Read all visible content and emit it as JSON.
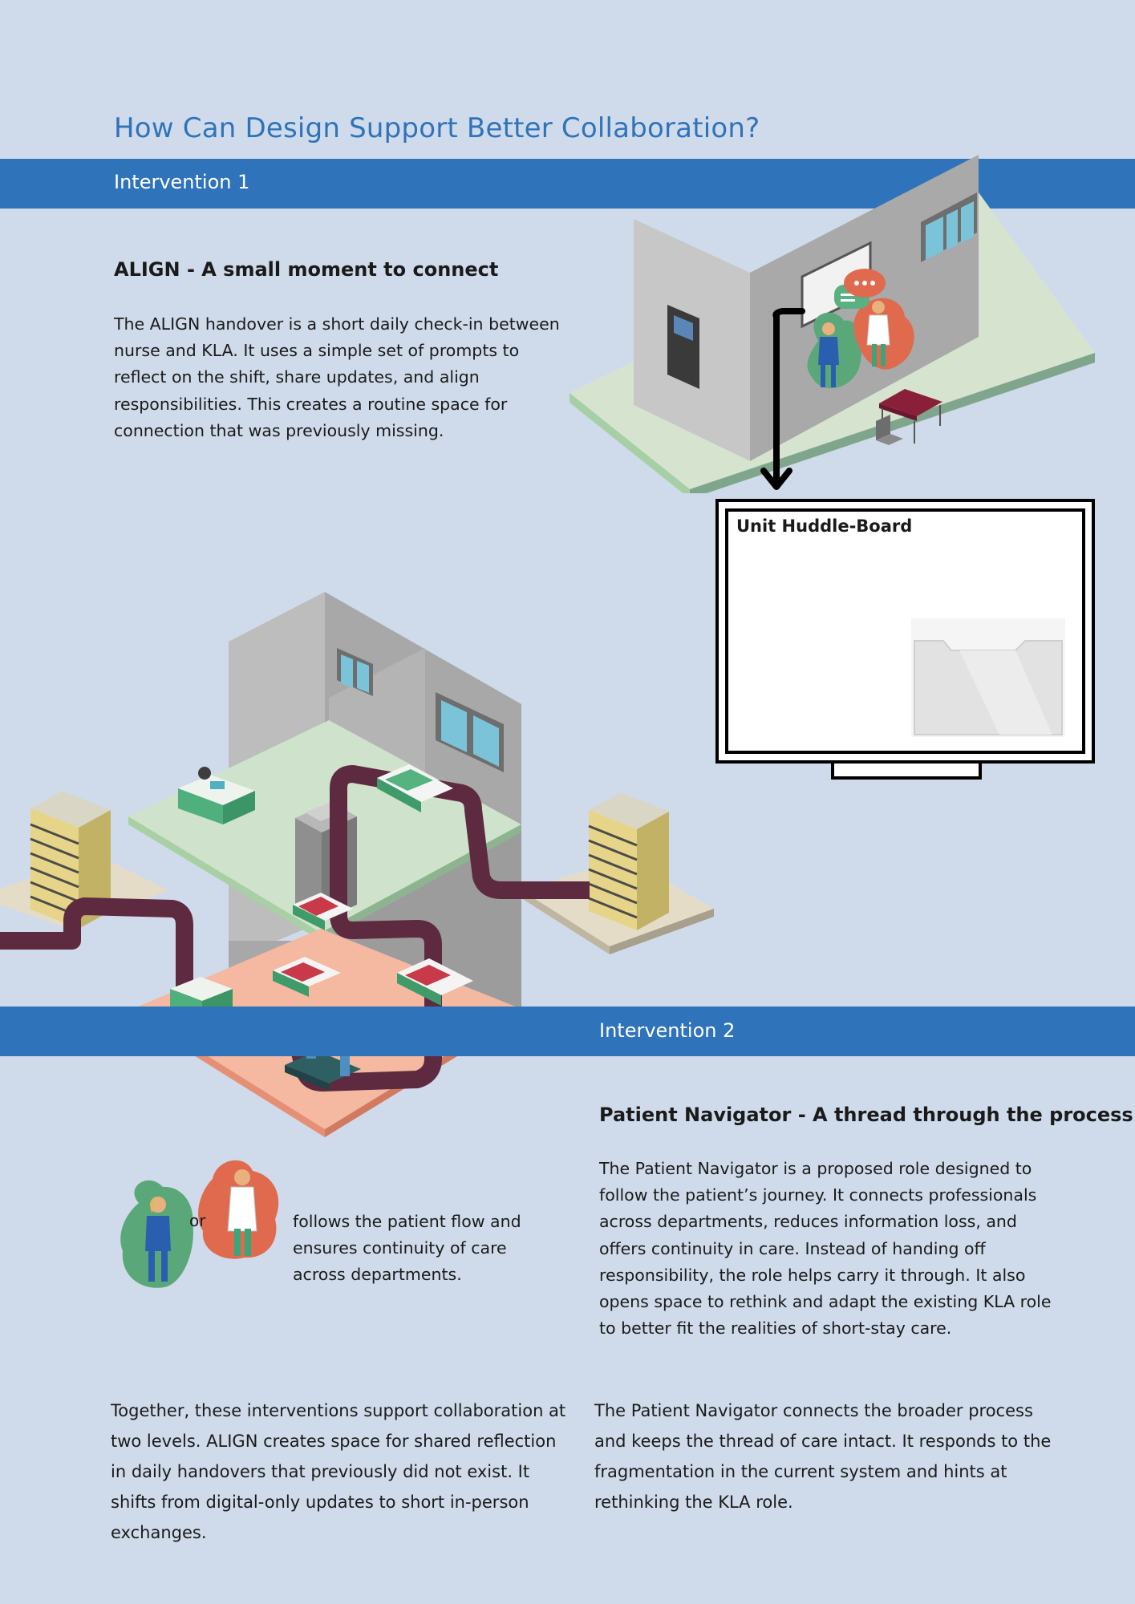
{
  "page": {
    "title": "How Can Design Support Better Collaboration?",
    "colors": {
      "background": "#cfdbeb",
      "accent": "#2f73ba",
      "thread": "#5e2a40",
      "floor_green": "#cfe3cc",
      "floor_salmon": "#f5b8a0"
    }
  },
  "intervention1": {
    "band_label": "Intervention 1",
    "heading": "ALIGN - A small moment to connect",
    "paragraph": "The ALIGN handover is a short daily check-in between nurse and KLA. It uses a simple set of prompts to reflect on the shift, share updates, and align responsibilities. This creates a routine space for connection that was previously missing.",
    "illustration": {
      "icons": [
        "door-icon",
        "window-icon",
        "speech-bubble-icon",
        "nurse-figure-icon",
        "doctor-figure-icon",
        "desk-icon",
        "chair-icon",
        "arrow-down-icon"
      ]
    },
    "board": {
      "label": "Unit Huddle-Board",
      "icons": [
        "document-tray-icon"
      ]
    }
  },
  "intervention2": {
    "band_label": "Intervention 2",
    "heading": "Patient Navigator - A thread through the process",
    "paragraph": "The Patient Navigator is a proposed role designed to follow the patient’s journey. It connects professionals across departments, reduces information loss, and offers continuity in care. Instead of handing off responsibility, the role helps carry it through. It also opens space to rethink and adapt the existing KLA role to better fit the realities of short-stay care.",
    "legend": {
      "or_label": "or",
      "caption": "follows the patient flow and ensures continuity of care across departments.",
      "icons": [
        "nurse-figure-icon",
        "doctor-figure-icon"
      ]
    },
    "illustration": {
      "icons": [
        "building-icon",
        "hospital-bed-icon",
        "elevator-icon",
        "reception-desk-icon",
        "operating-table-icon",
        "patient-thread-icon"
      ]
    }
  },
  "footer": {
    "left": "Together, these interventions support collaboration at two levels. ALIGN creates space for shared reflection in daily handovers that previously did not exist. It shifts from digital-only updates to short in-person exchanges.",
    "right": "The Patient Navigator connects the broader process and keeps the thread of care intact. It responds to the fragmentation in the current system and hints at rethinking the KLA role."
  }
}
